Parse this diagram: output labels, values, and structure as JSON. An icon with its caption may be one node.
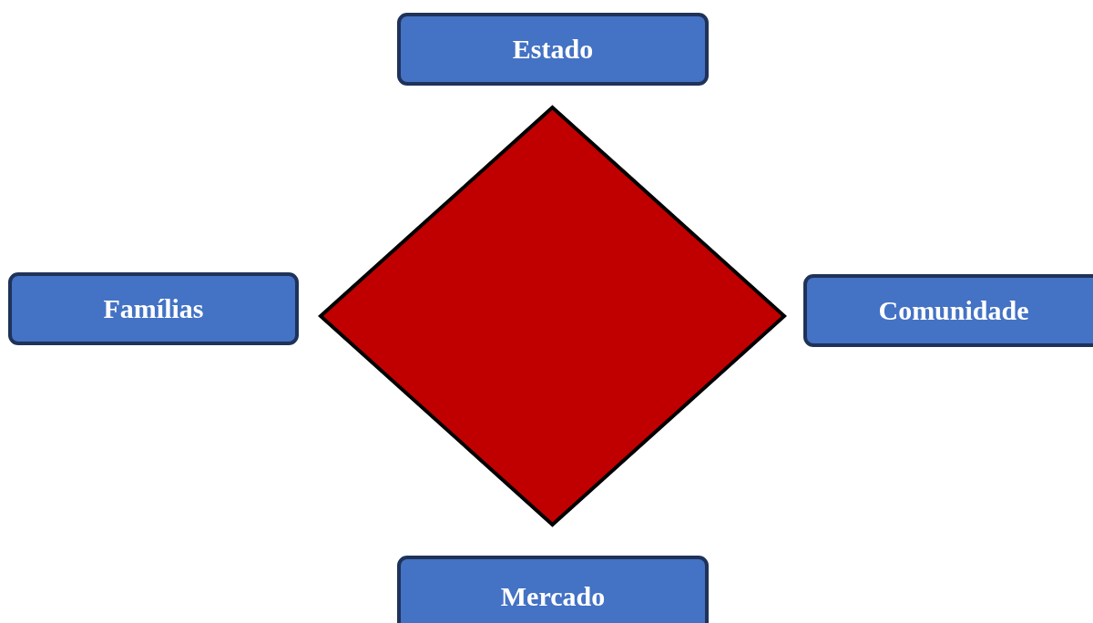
{
  "diagram": {
    "nodes": [
      {
        "text": [
          "Estado"
        ]
      },
      {
        "text": [
          "Famílias"
        ]
      },
      {
        "text": [],
        "shape": "diamond"
      },
      {
        "text": [
          "Comunidade"
        ]
      },
      {
        "text": [
          "Mercado"
        ]
      }
    ]
  }
}
